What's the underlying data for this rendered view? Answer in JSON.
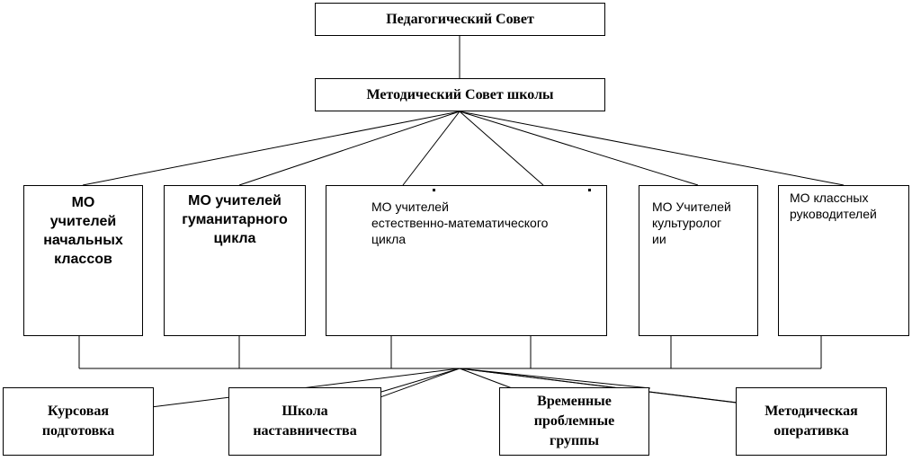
{
  "diagram": {
    "top": {
      "pedagogical_council": "Педагогический Совет"
    },
    "methodical_council": "Методический Совет школы",
    "units": [
      {
        "id": "mo1",
        "text": "МО\nучителей\nначальных\nклассов"
      },
      {
        "id": "mo2",
        "text": "МО учителей\nгуманитарного\nцикла"
      },
      {
        "id": "mo3",
        "text": "МО учителей\nестественно-математического\nцикла"
      },
      {
        "id": "mo4",
        "text": "МО Учителей\nкультуролог\nии"
      },
      {
        "id": "mo5",
        "text": "МО классных\nруководителей"
      }
    ],
    "bottom": [
      {
        "id": "b1",
        "text": "Курсовая\nподготовка"
      },
      {
        "id": "b2",
        "text": "Школа\nнаставничества"
      },
      {
        "id": "b3",
        "text": "Временные\nпроблемные\nгруппы"
      },
      {
        "id": "b4",
        "text": "Методическая\nоперативка"
      }
    ]
  }
}
